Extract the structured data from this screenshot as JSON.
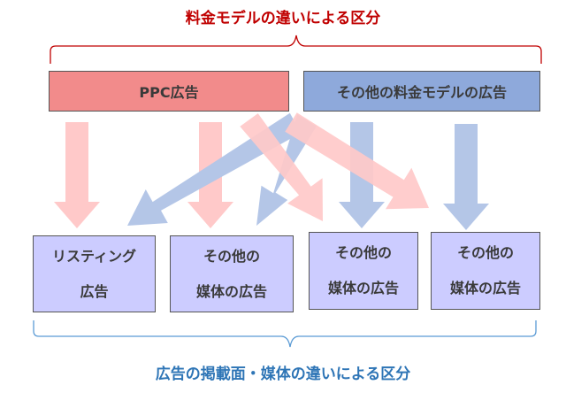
{
  "top_title": "料金モデルの違いによる区分",
  "bottom_title": "広告の掲載面・媒体の違いによる区分",
  "categories": {
    "ppc": "PPC広告",
    "other": "その他の料金モデルの広告"
  },
  "media": [
    {
      "line1": "リスティング",
      "line2": "広告"
    },
    {
      "line1": "その他の",
      "line2": "媒体の広告"
    },
    {
      "line1": "その他の",
      "line2": "媒体の広告"
    },
    {
      "line1": "その他の",
      "line2": "媒体の広告"
    }
  ],
  "colors": {
    "red_title": "#c00000",
    "blue_title": "#2e75b6",
    "ppc_fill": "#f28b8b",
    "other_fill": "#8ea9db",
    "media_fill": "#ccccff",
    "red_arrow": "#ffc9c9",
    "blue_arrow": "#b4c6e7"
  }
}
